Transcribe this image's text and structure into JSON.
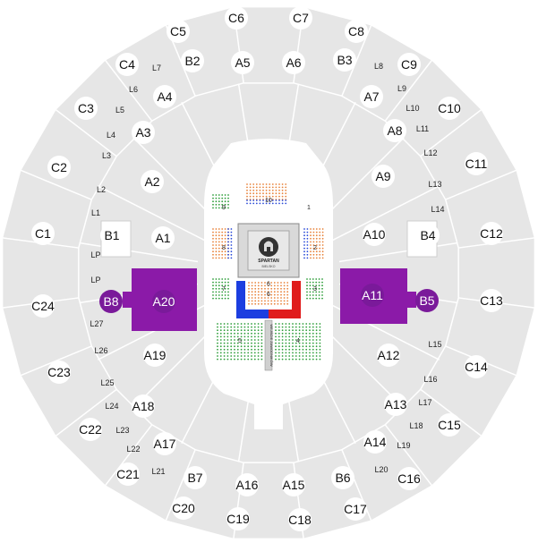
{
  "stage": {
    "logo_text": "SPARTAN",
    "logo_subtext": "BIELSKO",
    "vertical_label": "WEJŚCIE ZAWODNIKÓW"
  },
  "sections": {
    "outer": [
      "C1",
      "C2",
      "C3",
      "C4",
      "C5",
      "C6",
      "C7",
      "C8",
      "C9",
      "C10",
      "C11",
      "C12",
      "C13",
      "C14",
      "C15",
      "C16",
      "C17",
      "C18",
      "C19",
      "C20",
      "C21",
      "C22",
      "C23",
      "C24"
    ],
    "inner": [
      "A1",
      "A2",
      "A3",
      "A4",
      "A5",
      "A6",
      "A7",
      "A8",
      "A9",
      "A10",
      "A11",
      "A12",
      "A13",
      "A14",
      "A15",
      "A16",
      "A17",
      "A18",
      "A19",
      "A20"
    ],
    "boxes": [
      "B1",
      "B2",
      "B3",
      "B4",
      "B5",
      "B6",
      "B7",
      "B8"
    ],
    "selected": [
      "A11",
      "A20",
      "B5",
      "B8"
    ]
  },
  "lanes": [
    "L1",
    "L2",
    "L3",
    "L4",
    "L5",
    "L6",
    "L7",
    "L8",
    "L9",
    "L10",
    "L11",
    "L12",
    "L13",
    "L14",
    "L15",
    "L16",
    "L17",
    "L18",
    "L19",
    "L20",
    "L21",
    "L22",
    "L23",
    "L24",
    "L25",
    "L26",
    "L27",
    "LP",
    "LP"
  ],
  "floor_zones": [
    "1",
    "2",
    "3",
    "4",
    "5",
    "6",
    "7",
    "8",
    "9",
    "10"
  ],
  "colors": {
    "section_fill": "#e6e6e6",
    "section_stroke": "#ffffff",
    "selected_fill": "#8b1aa8",
    "corner_red": "#e01c1c",
    "corner_blue": "#1c3ee0",
    "seat_green": "#2e9e3a",
    "seat_orange": "#e8823a",
    "seat_blue": "#2b4bd8"
  }
}
